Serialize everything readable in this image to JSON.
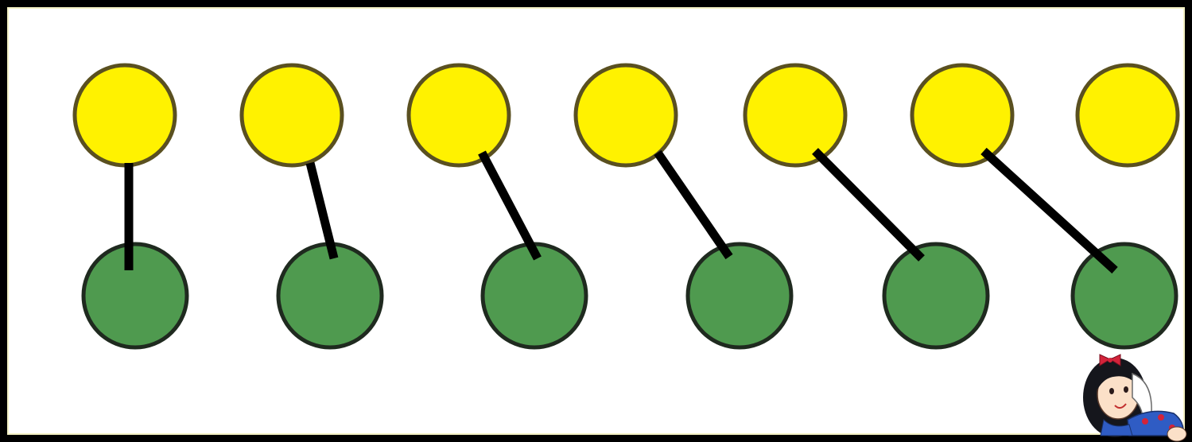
{
  "diagram": {
    "colors": {
      "frame": "#000000",
      "yellow_fill": "#fff200",
      "yellow_stroke": "#5a5020",
      "green_fill": "#4f9a4f",
      "green_stroke": "#1f2a1f",
      "line": "#000000"
    },
    "top_row": {
      "count": 7,
      "color": "yellow"
    },
    "bottom_row": {
      "count": 6,
      "color": "green"
    },
    "matches": [
      {
        "from": 1,
        "to": 1
      },
      {
        "from": 2,
        "to": 2
      },
      {
        "from": 3,
        "to": 3
      },
      {
        "from": 4,
        "to": 4
      },
      {
        "from": 5,
        "to": 5
      },
      {
        "from": 6,
        "to": 6
      }
    ],
    "unmatched_top": 1,
    "character": "snow-white-illustration"
  }
}
